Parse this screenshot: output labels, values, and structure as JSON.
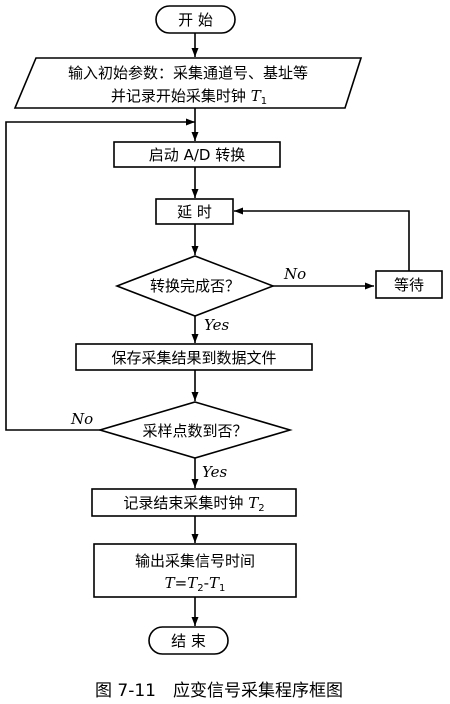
{
  "flowchart": {
    "start": "开 始",
    "input_line1": "输入初始参数：采集通道号、基址等",
    "input_line2_prefix": "并记录开始采集时钟 ",
    "input_line2_var": "T",
    "input_line2_sub": "1",
    "start_ad": "启动 A/D 转换",
    "delay": "延 时",
    "decision_convert": "转换完成否？",
    "wait": "等待",
    "no_label_1": "No",
    "yes_label_1": "Yes",
    "save_results": "保存采集结果到数据文件",
    "decision_samples": "采样点数到否？",
    "no_label_2": "No",
    "yes_label_2": "Yes",
    "record_end_prefix": "记录结束采集时钟 ",
    "record_end_var": "T",
    "record_end_sub": "2",
    "output_line1": "输出采集信号时间",
    "output_eq_T": "T",
    "output_eq_eq": "=",
    "output_eq_T2": "T",
    "output_eq_sub2": "2",
    "output_eq_minus": "-",
    "output_eq_T1": "T",
    "output_eq_sub1": "1",
    "end": "结 束"
  },
  "caption": "图 7-11　应变信号采集程序框图"
}
